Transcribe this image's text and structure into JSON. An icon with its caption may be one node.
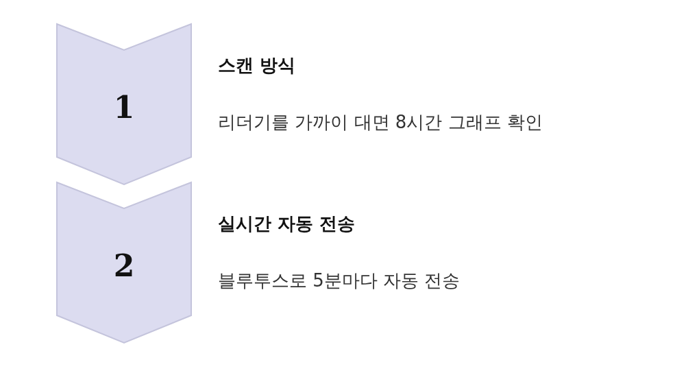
{
  "diagram": {
    "nodes": [
      {
        "text": [
          "1"
        ],
        "beside": [
          "스캔 방식",
          "리더기를 가까이 대면 8시간 그래프 확인"
        ]
      },
      {
        "text": [
          "2"
        ],
        "beside": [
          "실시간 자동 전송",
          "블루투스로 5분마다 자동 전송"
        ]
      }
    ]
  }
}
